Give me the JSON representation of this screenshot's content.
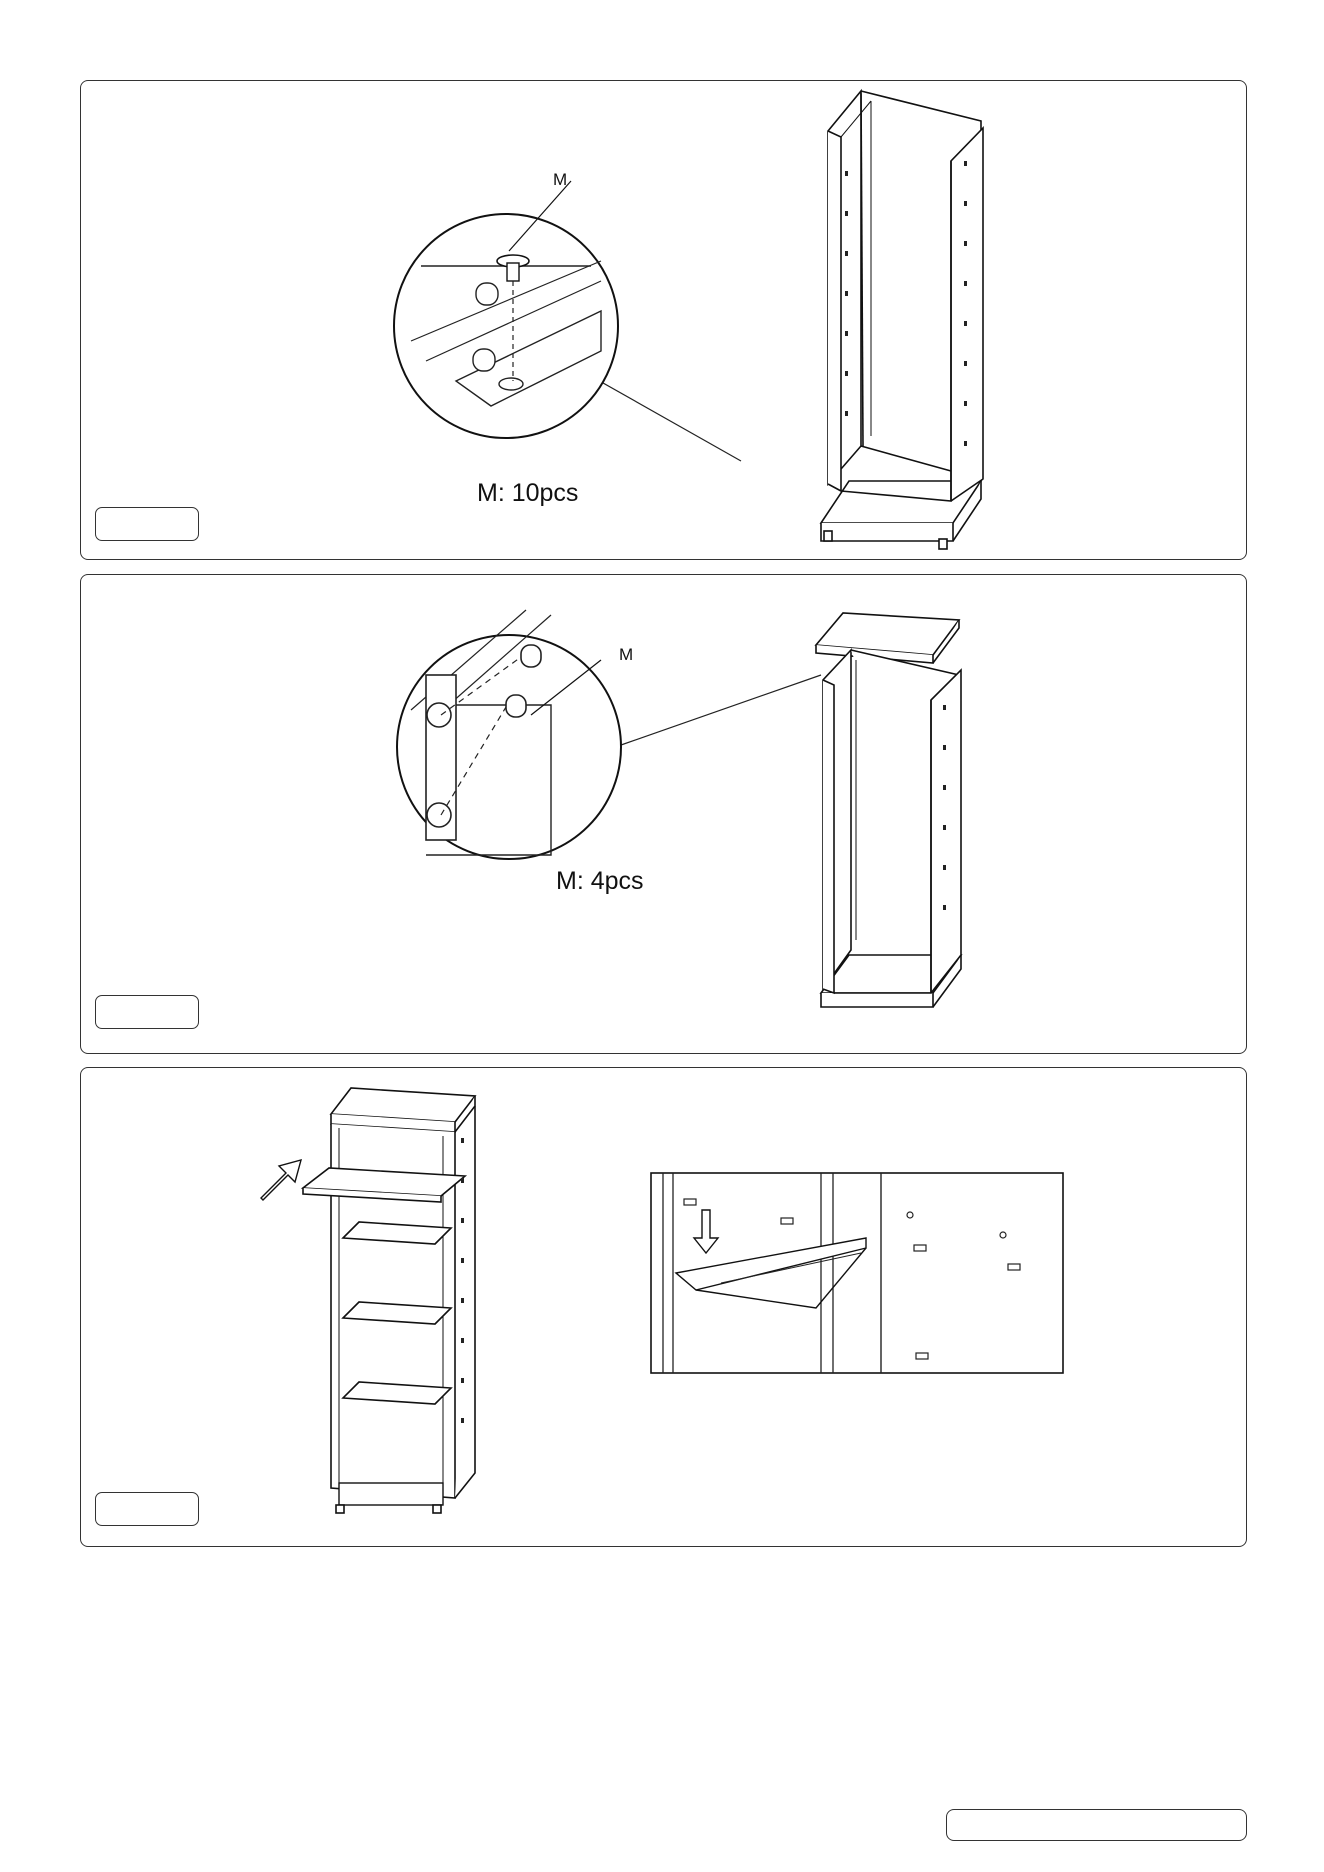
{
  "document": {
    "steps": [
      {
        "callout_letter": "M",
        "quantity_label": "M: 10pcs",
        "step_number": ""
      },
      {
        "callout_letter": "M",
        "quantity_label": "M: 4pcs",
        "step_number": ""
      },
      {
        "step_number": ""
      }
    ],
    "page_number": ""
  }
}
